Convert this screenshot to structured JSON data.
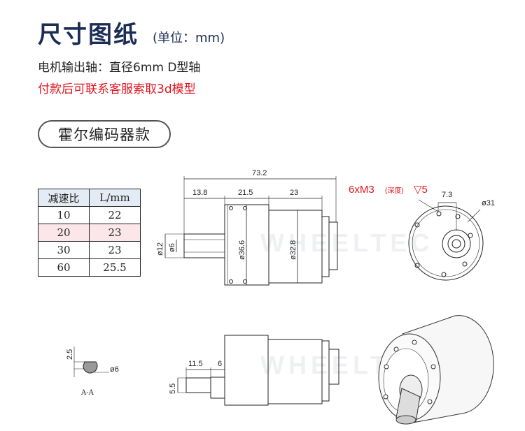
{
  "header": {
    "title": "尺寸图纸",
    "unit": "(单位：mm)",
    "shaft_note": "电机输出轴：直径6mm D型轴",
    "model_note": "付款后可联系客服索取3d模型"
  },
  "variant_label": "霍尔编码器款",
  "ratio_table": {
    "headers": [
      "减速比",
      "L/mm"
    ],
    "rows": [
      [
        "10",
        "22"
      ],
      [
        "20",
        "23"
      ],
      [
        "30",
        "23"
      ],
      [
        "60",
        "25.5"
      ]
    ],
    "highlight_row": 1
  },
  "drawing": {
    "side_view": {
      "overall": "73.2",
      "seg_a": "13.8",
      "seg_b": "21.5",
      "seg_c": "23",
      "dia_shaft_boss": "ø12",
      "dia_shaft": "ø6",
      "dia_gearbox": "ø36.6",
      "dia_motor": "ø32.8"
    },
    "front_view": {
      "holes": "6xM3",
      "holes_depth_note": "(深度)",
      "holes_depth": "▽5",
      "offset": "7.3",
      "dia": "ø31"
    },
    "section": {
      "flat": "2.5",
      "dia": "ø6",
      "label": "A-A"
    },
    "bottom_view": {
      "len_a": "11.5",
      "len_b": "6",
      "height": "5.5"
    },
    "watermark": "WHEELTEC"
  },
  "colors": {
    "title": "#1b2c55",
    "accent_red": "#e0141e",
    "table_header_bg": "#e3ecf4",
    "table_highlight_bg": "#fbe6ea"
  }
}
